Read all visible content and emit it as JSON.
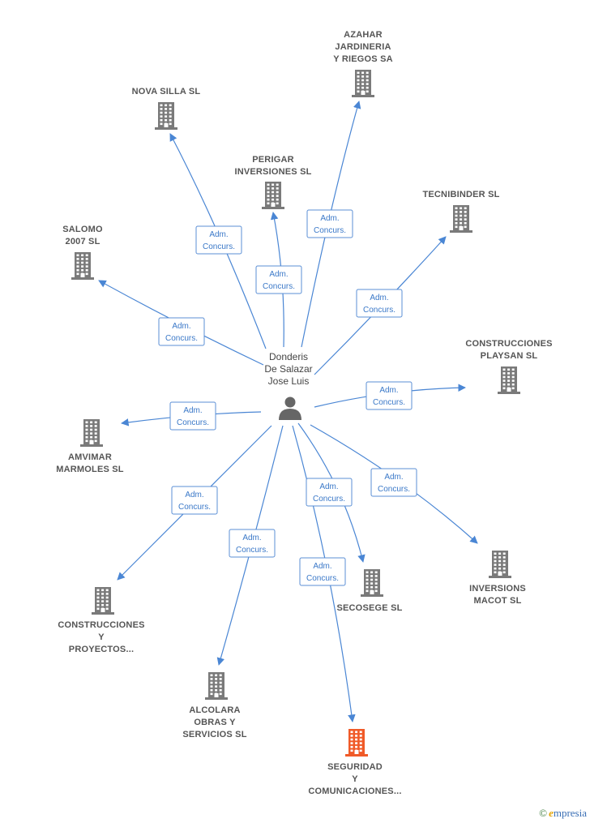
{
  "center": {
    "lines": [
      "Donderis",
      "De Salazar",
      "Jose Luis"
    ],
    "icon": "person-icon"
  },
  "edge_label": [
    "Adm.",
    "Concurs."
  ],
  "colors": {
    "company": "#7a7a7a",
    "highlight": "#f05a28",
    "edge": "#4a86d4"
  },
  "companies": [
    {
      "id": "azahar",
      "lines": [
        "AZAHAR",
        "JARDINERIA",
        "Y RIEGOS SA"
      ]
    },
    {
      "id": "nova",
      "lines": [
        "NOVA SILLA SL"
      ]
    },
    {
      "id": "perigar",
      "lines": [
        "PERIGAR",
        "INVERSIONES SL"
      ]
    },
    {
      "id": "tecnibinder",
      "lines": [
        "TECNIBINDER SL"
      ]
    },
    {
      "id": "salomo",
      "lines": [
        "SALOMO",
        "2007 SL"
      ]
    },
    {
      "id": "playsan",
      "lines": [
        "CONSTRUCCIONES",
        "PLAYSAN SL"
      ]
    },
    {
      "id": "amvimar",
      "lines": [
        "AMVIMAR",
        "MARMOLES SL"
      ]
    },
    {
      "id": "macot",
      "lines": [
        "INVERSIONS",
        "MACOT  SL"
      ]
    },
    {
      "id": "secosege",
      "lines": [
        "SECOSEGE SL"
      ]
    },
    {
      "id": "construcciones",
      "lines": [
        "CONSTRUCCIONES",
        "Y",
        "PROYECTOS..."
      ]
    },
    {
      "id": "alcolara",
      "lines": [
        "ALCOLARA",
        "OBRAS Y",
        "SERVICIOS SL"
      ]
    },
    {
      "id": "seguridad",
      "lines": [
        "SEGURIDAD",
        "Y",
        "COMUNICACIONES..."
      ],
      "highlight": true
    }
  ],
  "footer": {
    "copyright": "©",
    "brand_initial": "e",
    "brand_rest": "mpresia"
  }
}
